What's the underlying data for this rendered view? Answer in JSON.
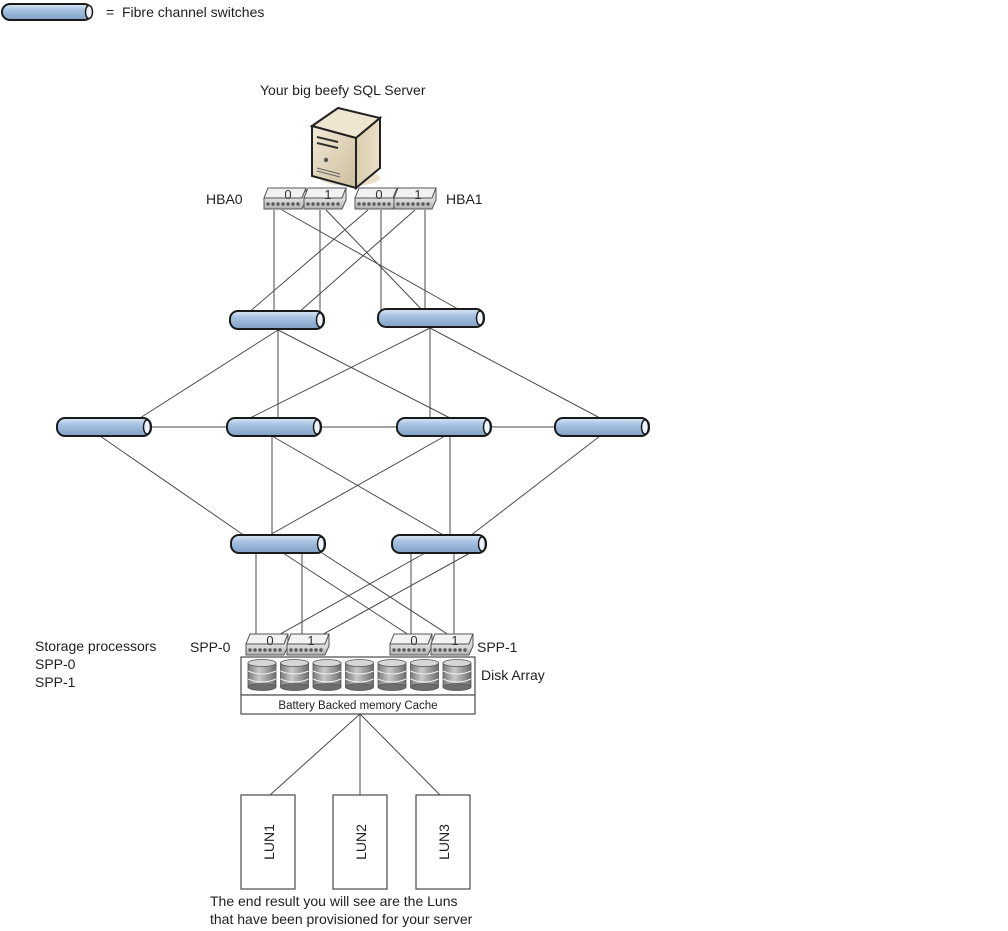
{
  "legend": {
    "symbol": "fibre-channel-switch",
    "text": "=  Fibre channel switches"
  },
  "server": {
    "title": "Your big beefy SQL Server",
    "hba_left_label": "HBA0",
    "hba_right_label": "HBA1",
    "hba_ports": [
      {
        "hba": "HBA0",
        "port": "0"
      },
      {
        "hba": "HBA0",
        "port": "1"
      },
      {
        "hba": "HBA1",
        "port": "0"
      },
      {
        "hba": "HBA1",
        "port": "1"
      }
    ]
  },
  "fabric": {
    "switch_tiers": [
      {
        "tier": "top",
        "count": 2
      },
      {
        "tier": "middle",
        "count": 4
      },
      {
        "tier": "bottom",
        "count": 2
      }
    ]
  },
  "storage": {
    "note_title": "Storage processors",
    "note_lines": [
      "SPP-0",
      "SPP-1"
    ],
    "spp_left_label": "SPP-0",
    "spp_right_label": "SPP-1",
    "spp_ports": [
      {
        "spp": "SPP-0",
        "port": "0"
      },
      {
        "spp": "SPP-0",
        "port": "1"
      },
      {
        "spp": "SPP-1",
        "port": "0"
      },
      {
        "spp": "SPP-1",
        "port": "1"
      }
    ],
    "disk_array_label": "Disk Array",
    "disk_count": 7,
    "cache_label": "Battery Backed memory Cache"
  },
  "luns": [
    "LUN1",
    "LUN2",
    "LUN3"
  ],
  "caption": {
    "line1": "The end result you will see are the Luns",
    "line2": "that have been provisioned for your server"
  }
}
